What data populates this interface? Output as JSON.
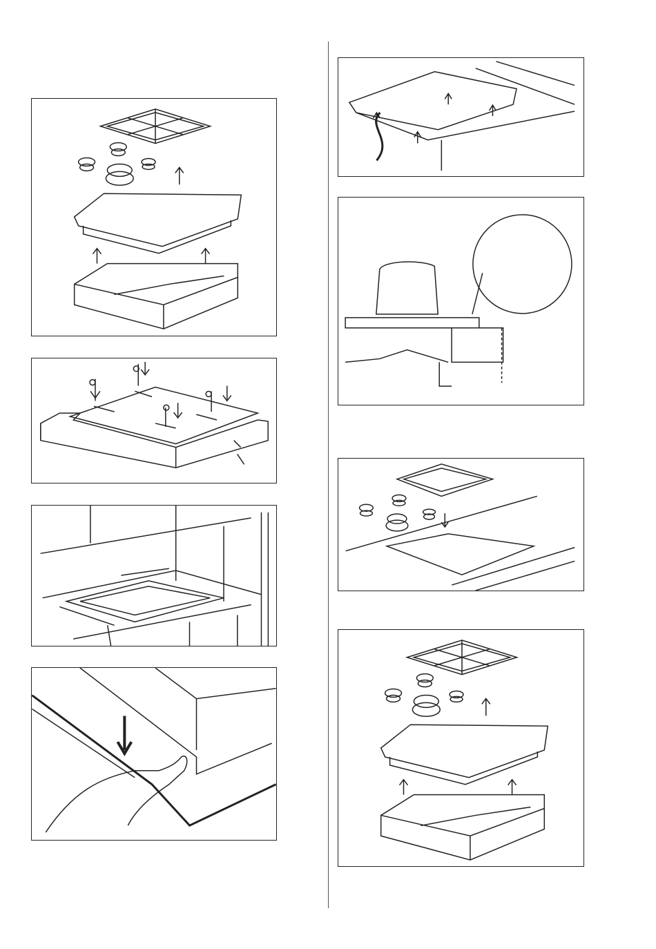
{
  "page": {
    "figures": [
      {
        "id": "fig-left-1",
        "icon": "hob-exploded-icon"
      },
      {
        "id": "fig-left-2",
        "icon": "bracket-screws-icon"
      },
      {
        "id": "fig-left-3",
        "icon": "cutout-dimensions-icon"
      },
      {
        "id": "fig-left-4",
        "icon": "seal-strip-icon"
      },
      {
        "id": "fig-right-1",
        "icon": "underside-brackets-icon"
      },
      {
        "id": "fig-right-2",
        "icon": "section-detail-icon"
      },
      {
        "id": "fig-right-3",
        "icon": "hob-assembly-icon"
      },
      {
        "id": "fig-right-4",
        "icon": "hob-exploded-icon"
      }
    ],
    "colors": {
      "line": "#222222",
      "panel_border": "#222222",
      "background": "#ffffff"
    }
  }
}
